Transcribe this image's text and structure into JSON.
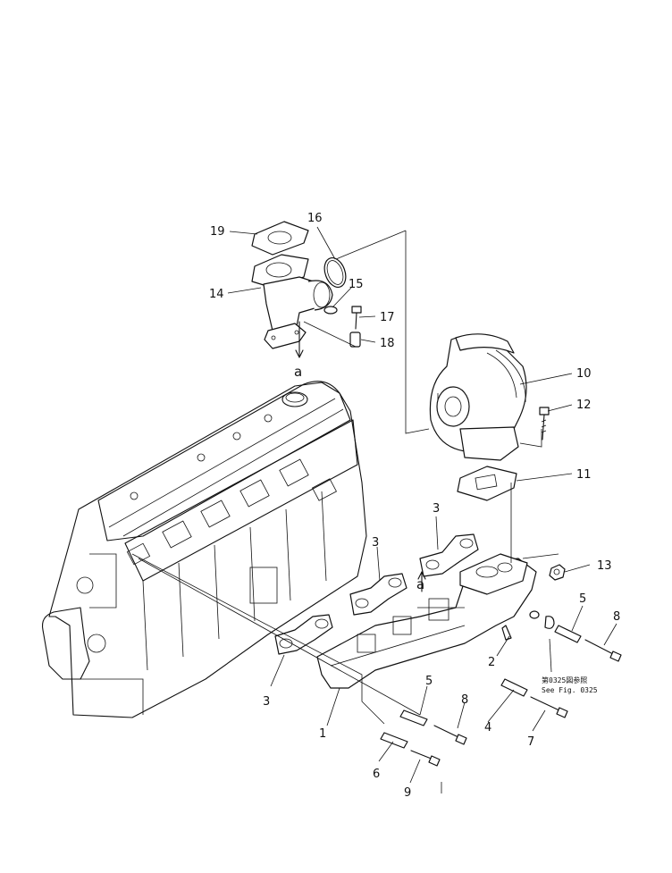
{
  "diagram": {
    "callouts": [
      {
        "id": "c1",
        "label": "1"
      },
      {
        "id": "c2",
        "label": "2"
      },
      {
        "id": "c3a",
        "label": "3"
      },
      {
        "id": "c3b",
        "label": "3"
      },
      {
        "id": "c3c",
        "label": "3"
      },
      {
        "id": "c4",
        "label": "4"
      },
      {
        "id": "c5a",
        "label": "5"
      },
      {
        "id": "c5b",
        "label": "5"
      },
      {
        "id": "c6",
        "label": "6"
      },
      {
        "id": "c7",
        "label": "7"
      },
      {
        "id": "c8a",
        "label": "8"
      },
      {
        "id": "c8b",
        "label": "8"
      },
      {
        "id": "c9",
        "label": "9"
      },
      {
        "id": "c10",
        "label": "10"
      },
      {
        "id": "c11",
        "label": "11"
      },
      {
        "id": "c12",
        "label": "12"
      },
      {
        "id": "c13",
        "label": "13"
      },
      {
        "id": "c14",
        "label": "14"
      },
      {
        "id": "c15",
        "label": "15"
      },
      {
        "id": "c16",
        "label": "16"
      },
      {
        "id": "c17",
        "label": "17"
      },
      {
        "id": "c18",
        "label": "18"
      },
      {
        "id": "c19",
        "label": "19"
      }
    ],
    "connection_marks": [
      {
        "id": "a-top",
        "label": "a"
      },
      {
        "id": "a-mid",
        "label": "a"
      }
    ],
    "reference_note": {
      "line1": "第0325図参照",
      "line2": "See  Fig. 0325"
    }
  }
}
